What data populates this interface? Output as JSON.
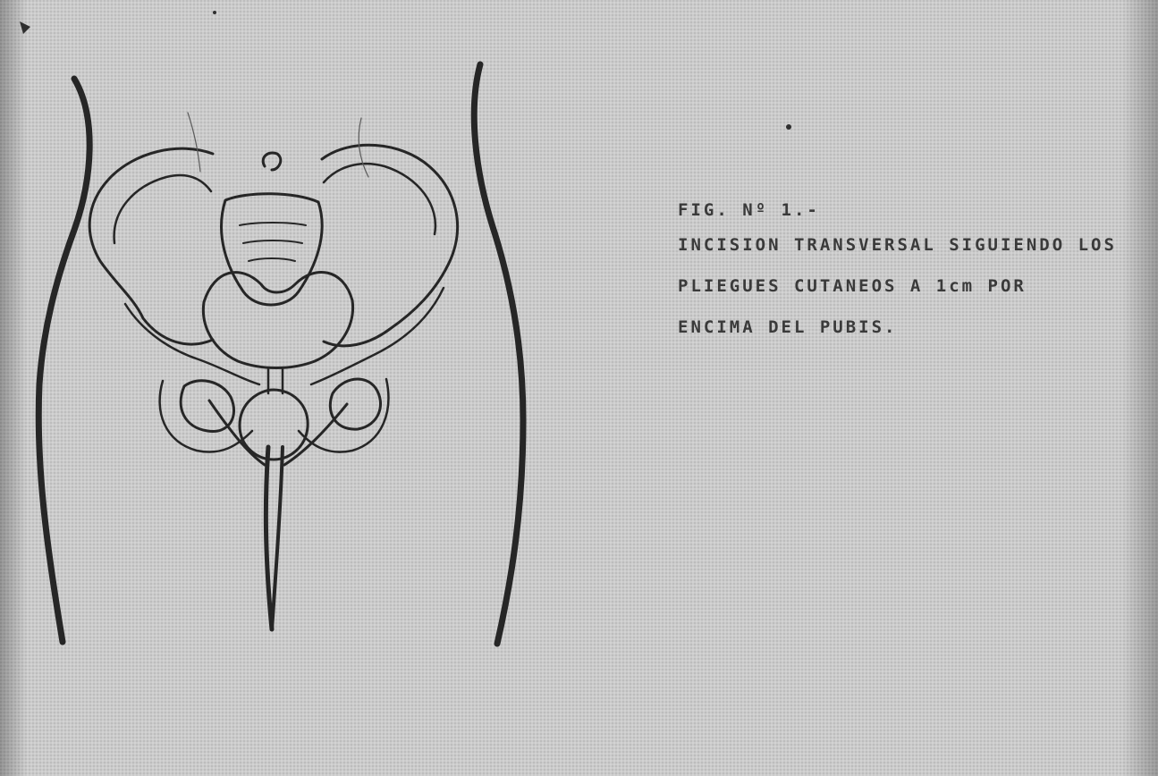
{
  "figure": {
    "number_label": "FIG. Nº 1.-",
    "caption_lines": [
      "INCISION TRANSVERSAL SIGUIENDO LOS",
      "PLIEGUES CUTANEOS A 1cm POR",
      "ENCIMA DEL PUBIS."
    ]
  },
  "colors": {
    "paper": "#c9c9c9",
    "ink": "#262626",
    "text": "#3a3a3a",
    "edge_shadow": "#9a9a9a"
  }
}
